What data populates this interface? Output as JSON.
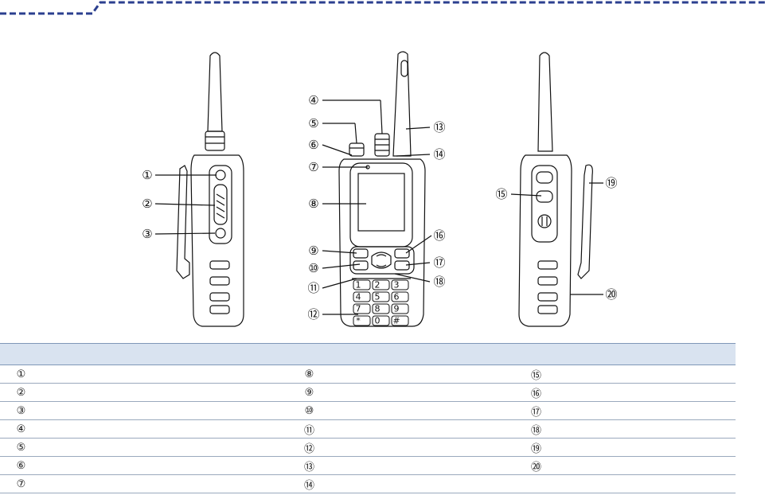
{
  "header": {
    "accent_color": "#2b3f8f"
  },
  "callouts": {
    "c1": "①",
    "c2": "②",
    "c3": "③",
    "c4": "④",
    "c5": "⑤",
    "c6": "⑥",
    "c7": "⑦",
    "c8": "⑧",
    "c9": "⑨",
    "c10": "⑩",
    "c11": "⑪",
    "c12": "⑫",
    "c13": "⑬",
    "c14": "⑭",
    "c15": "⑮",
    "c16": "⑯",
    "c17": "⑰",
    "c18": "⑱",
    "c19": "⑲",
    "c20": "⑳"
  },
  "keypad": [
    [
      "1",
      "2",
      "3"
    ],
    [
      "4",
      "5",
      "6"
    ],
    [
      "7",
      "8",
      "9"
    ],
    [
      "*",
      "0",
      "#"
    ]
  ],
  "legend": {
    "rows": [
      {
        "a": "①",
        "b": "⑧",
        "c": "⑮"
      },
      {
        "a": "②",
        "b": "⑨",
        "c": "⑯"
      },
      {
        "a": "③",
        "b": "⑩",
        "c": "⑰"
      },
      {
        "a": "④",
        "b": "⑪",
        "c": "⑱"
      },
      {
        "a": "⑤",
        "b": "⑫",
        "c": "⑲"
      },
      {
        "a": "⑥",
        "b": "⑬",
        "c": "⑳"
      },
      {
        "a": "⑦",
        "b": "⑭",
        "c": ""
      }
    ]
  }
}
